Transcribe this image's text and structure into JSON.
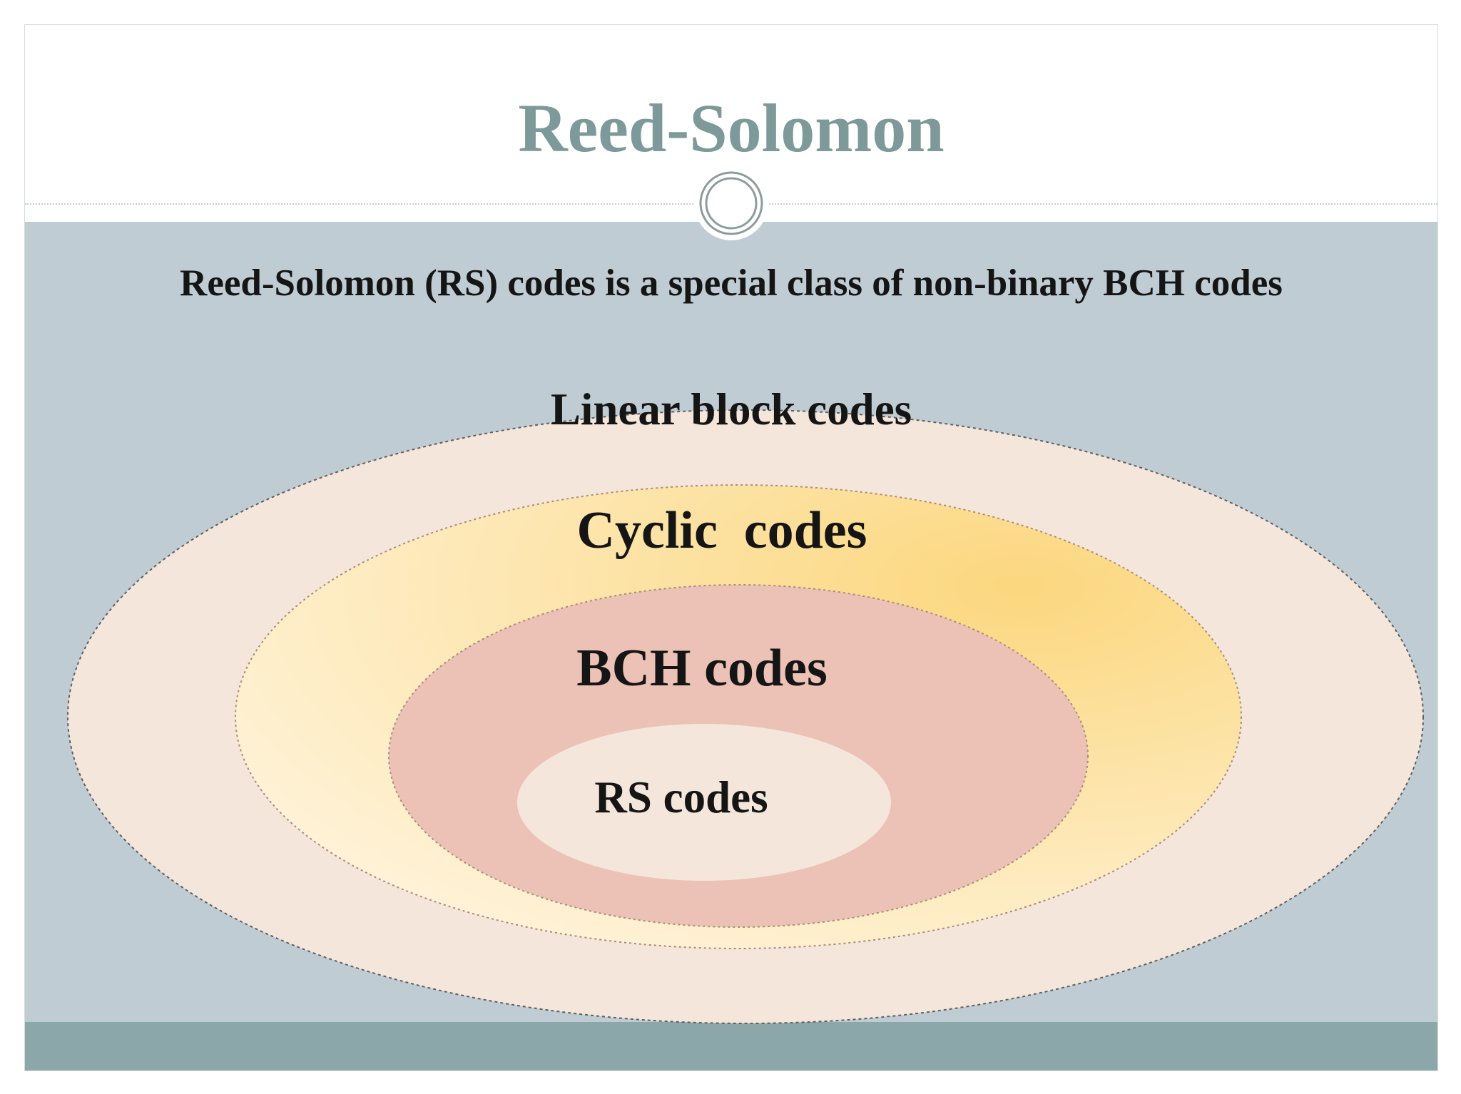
{
  "slide": {
    "title": "Reed-Solomon",
    "subtitle": "Reed-Solomon (RS) codes is a special class of non-binary BCH codes"
  },
  "diagram": {
    "sets": [
      {
        "label": "Linear block codes"
      },
      {
        "label": "Cyclic  codes"
      },
      {
        "label": "BCH codes"
      },
      {
        "label": "RS codes"
      }
    ]
  },
  "colors": {
    "title_text": "#7d9999",
    "content_background": "#c0ccd3",
    "footer_band": "#8ba7aa",
    "linear_block_fill": "#f5e6dc",
    "cyclic_fill": "#fbe3a4",
    "bch_fill": "#ecc2b6",
    "rs_fill": "#f5e6dc"
  },
  "icons": {
    "title_ornament": "double-ring-icon"
  }
}
